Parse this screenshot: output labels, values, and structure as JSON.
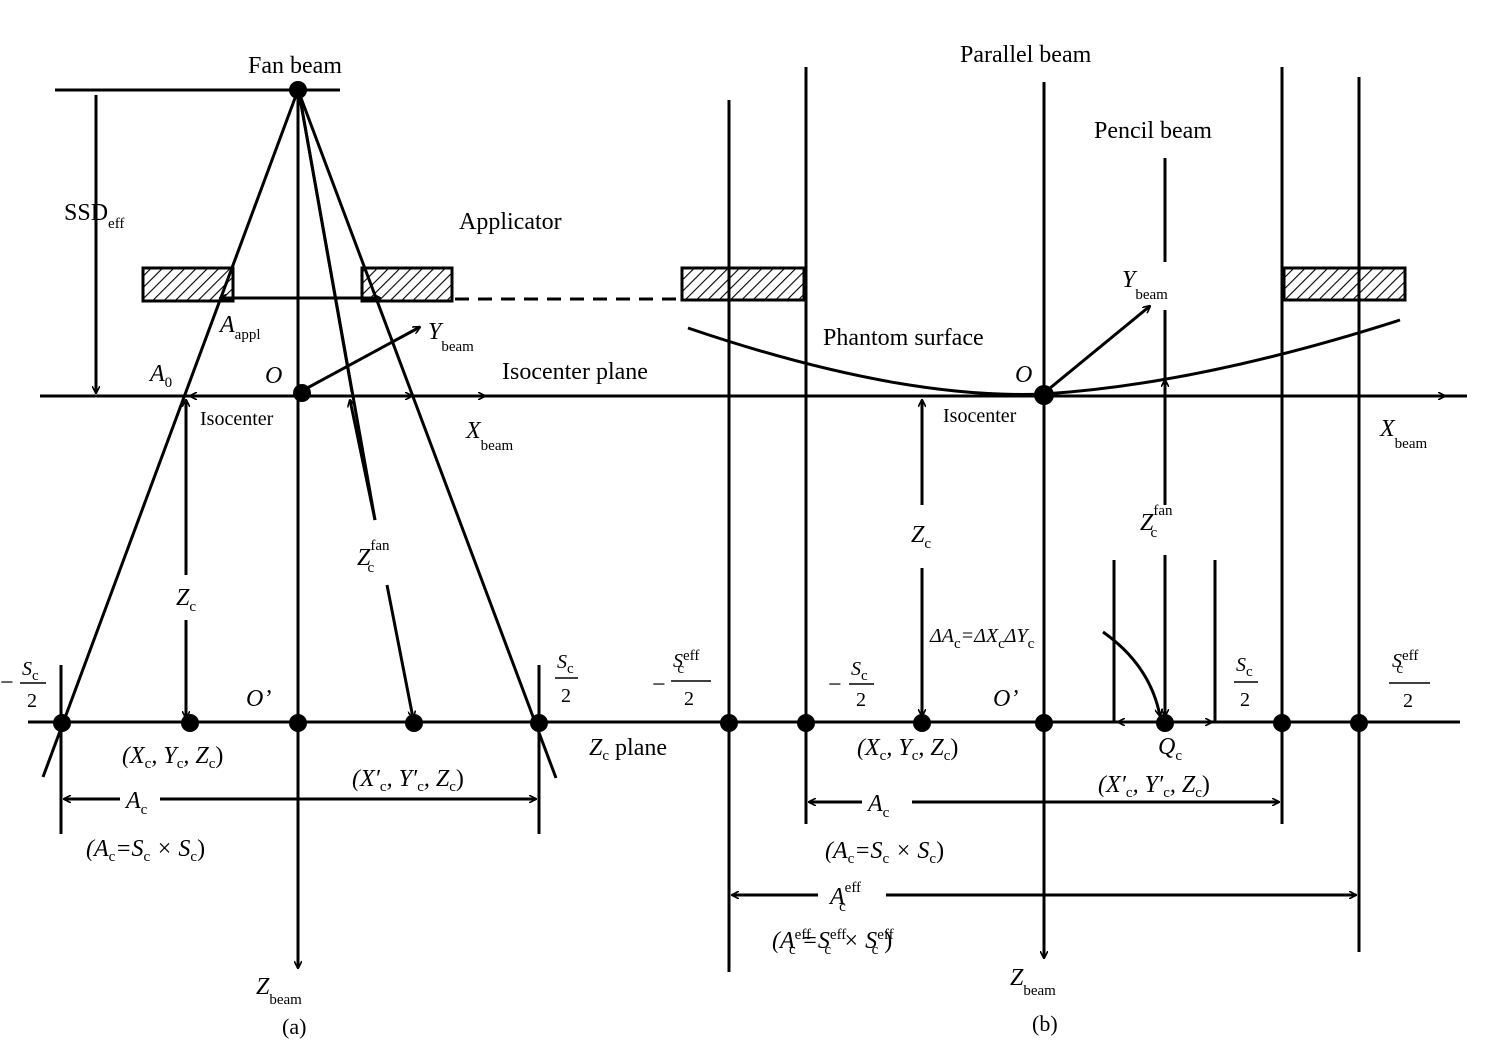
{
  "panel_a": {
    "fan_beam": "Fan beam",
    "ssd": "SSD",
    "ssd_sub": "eff",
    "applicator": "Applicator",
    "a_appl": "A",
    "a_appl_sub": "appl",
    "y_beam": "Y",
    "beam_sub": "beam",
    "a0": "A",
    "a0_sub": "0",
    "origin": "O",
    "isocenter": "Isocenter",
    "x_beam": "X",
    "z_c": "Z",
    "c_sub": "c",
    "z_c_fan": "Z",
    "fan_sup": "fan",
    "neg_sc_half_minus": "−",
    "sc": "S",
    "two": "2",
    "origin_prime": "O’",
    "point_xyz": "(X",
    "point_xyz_rest_y": ", Y",
    "point_xyz_rest_z": ", Z",
    "point_close": ")",
    "point_prime": "(X′",
    "point_prime_y": ", Y′",
    "point_prime_z": ", Z",
    "a_c": "A",
    "a_c_def_open": "(A",
    "a_c_def_eq": "=S",
    "a_c_def_times": " × S",
    "a_c_def_close": ")",
    "z_beam": "Z",
    "caption": "(a)"
  },
  "panel_b": {
    "parallel_beam": "Parallel beam",
    "pencil_beam": "Pencil beam",
    "phantom_surface": "Phantom surface",
    "isocenter_plane": "Isocenter plane",
    "origin": "O",
    "isocenter": "Isocenter",
    "x_beam": "X",
    "y_beam": "Y",
    "beam_sub": "beam",
    "z_c": "Z",
    "c_sub": "c",
    "z_c_fan": "Z",
    "fan_sup": "fan",
    "delta_a": "ΔA",
    "delta_eq": "=ΔX",
    "delta_y": "ΔY",
    "neg_sign": "−",
    "s_eff": "S",
    "eff_sup": "eff",
    "sc": "S",
    "two": "2",
    "origin_prime": "O’",
    "zc_plane": "Z",
    "zc_plane_rest": " plane",
    "point_xyz": "(X",
    "point_xyz_rest_y": ", Y",
    "point_xyz_rest_z": ", Z",
    "point_close": ")",
    "q_c": "Q",
    "point_prime": "(X′",
    "point_prime_y": ", Y′",
    "point_prime_z": ", Z",
    "a_c": "A",
    "a_c_def_open": "(A",
    "a_c_def_eq": "=S",
    "a_c_def_times": " × S",
    "a_c_def_close": ")",
    "a_c_eff": "A",
    "a_c_eff_def_open": "(A",
    "a_c_eff_def_eq": "=S",
    "a_c_eff_def_times": " × S",
    "a_c_eff_def_close": ")",
    "z_beam": "Z",
    "caption": "(b)"
  }
}
